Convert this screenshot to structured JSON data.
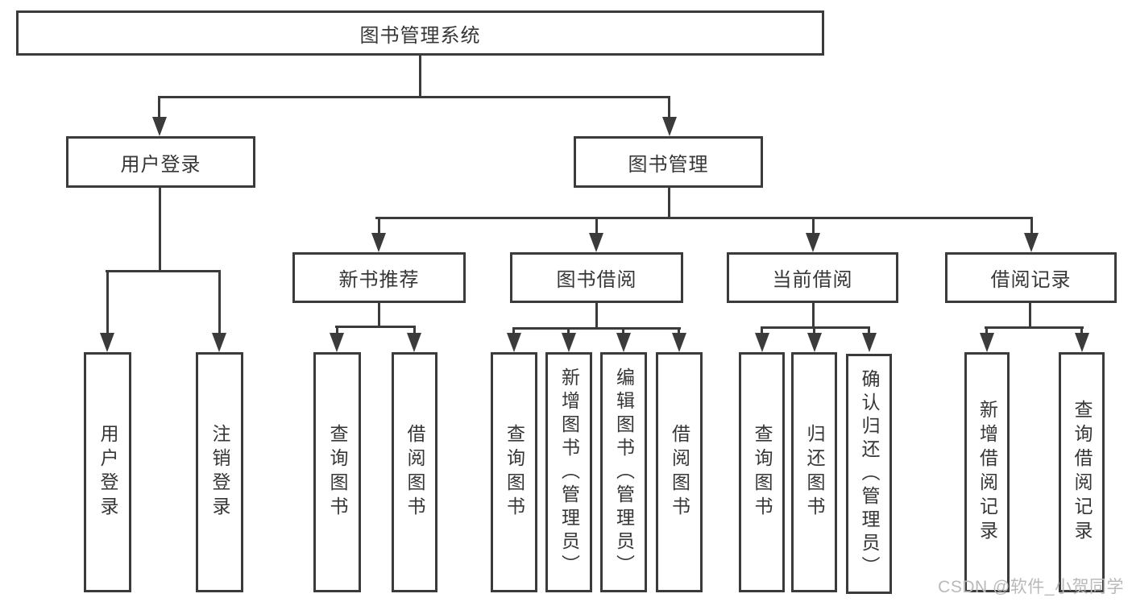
{
  "diagram": {
    "root": {
      "label": "图书管理系统"
    },
    "login_branch": {
      "label": "用户登录",
      "leaves": [
        {
          "label": "用户登录"
        },
        {
          "label": "注销登录"
        }
      ]
    },
    "mgmt_branch": {
      "label": "图书管理",
      "groups": [
        {
          "label": "新书推荐",
          "leaves": [
            {
              "label": "查询图书"
            },
            {
              "label": "借阅图书"
            }
          ]
        },
        {
          "label": "图书借阅",
          "leaves": [
            {
              "label": "查询图书"
            },
            {
              "label": "新增图书（管理员）"
            },
            {
              "label": "编辑图书（管理员）"
            },
            {
              "label": "借阅图书"
            }
          ]
        },
        {
          "label": "当前借阅",
          "leaves": [
            {
              "label": "查询图书"
            },
            {
              "label": "归还图书"
            },
            {
              "label": "确认归还（管理员）"
            }
          ]
        },
        {
          "label": "借阅记录",
          "leaves": [
            {
              "label": "新增借阅记录"
            },
            {
              "label": "查询借阅记录"
            }
          ]
        }
      ]
    }
  },
  "watermark": {
    "text": "CSDN @软件_小贺同学"
  },
  "colors": {
    "line": "#3b3b3b",
    "text": "#363636",
    "watermark": "#b9b9b9",
    "background": "#ffffff"
  }
}
